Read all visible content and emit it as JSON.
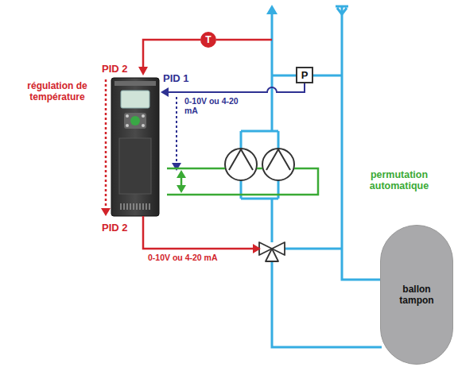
{
  "diagram": {
    "nodes": [
      {
        "text": [
          "T"
        ]
      },
      {
        "text": [
          "P"
        ]
      },
      {
        "text": [
          "ballon tampon"
        ]
      }
    ],
    "labels": [
      "PID 2",
      "PID 1",
      "régulation de température",
      "0-10V ou 4-20 mA",
      "PID 2",
      "0-10V ou 4-20 mA",
      "permutation automatique"
    ]
  }
}
